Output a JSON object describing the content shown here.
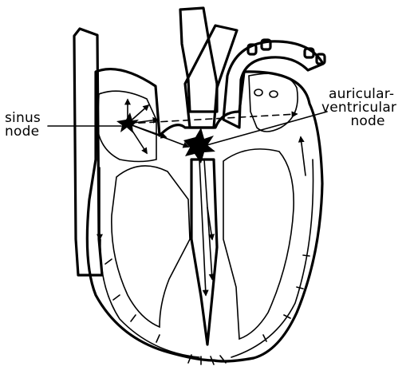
{
  "labels": {
    "sinus_node": [
      "sinus",
      "node"
    ],
    "av_node": [
      "auricular-",
      "ventricular",
      "node"
    ]
  },
  "colors": {
    "ink": "#000000",
    "background": "#ffffff"
  }
}
